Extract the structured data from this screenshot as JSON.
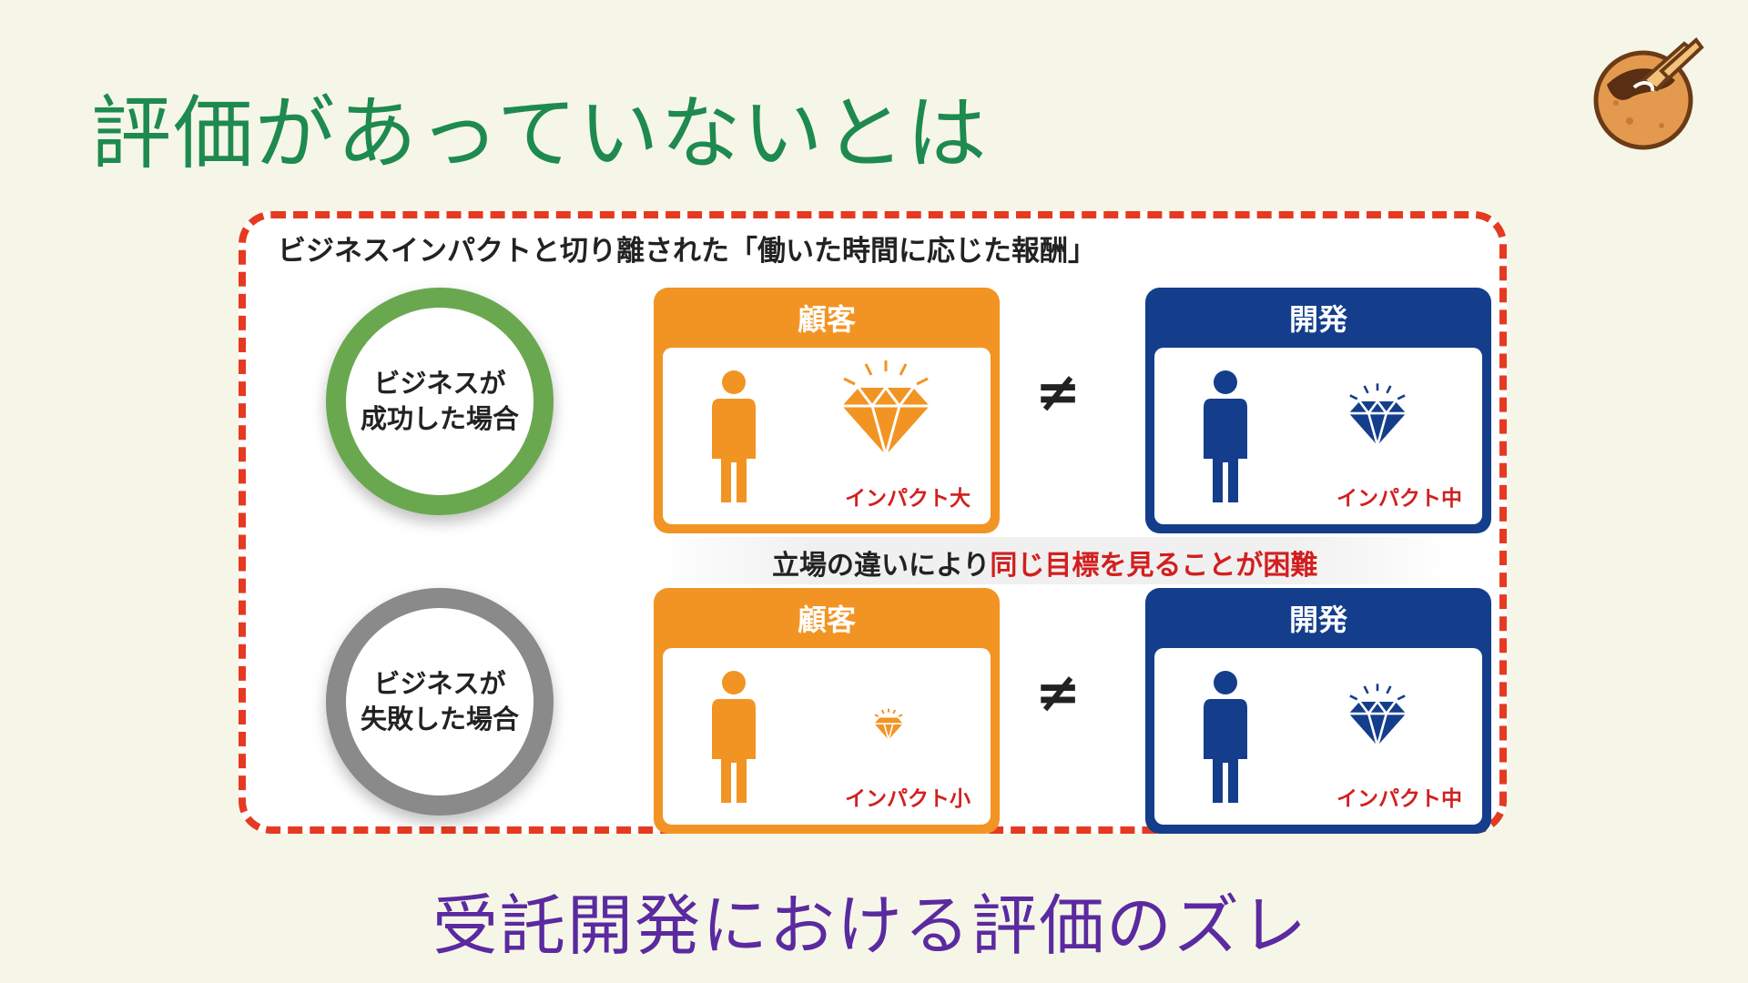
{
  "slide": {
    "title": "評価があっていないとは",
    "caption": "受託開発における評価のズレ"
  },
  "diagram": {
    "heading": "ビジネスインパクトと切り離された「働いた時間に応じた報酬」",
    "middle_text_plain": "立場の違いにより",
    "middle_text_highlight": "同じ目標を見ることが困難",
    "not_equal": "≠",
    "rows": [
      {
        "case_label": "ビジネスが\n成功した場合",
        "customer": {
          "label": "顧客",
          "impact": "インパクト大"
        },
        "developer": {
          "label": "開発",
          "impact": "インパクト中"
        }
      },
      {
        "case_label": "ビジネスが\n失敗した場合",
        "customer": {
          "label": "顧客",
          "impact": "インパクト小"
        },
        "developer": {
          "label": "開発",
          "impact": "インパクト中"
        }
      }
    ]
  },
  "colors": {
    "title": "#1e8a4f",
    "caption": "#5b2aa0",
    "frame_border": "#e53a21",
    "customer": "#f29423",
    "developer": "#143e8b",
    "success_ring": "#6aa84f",
    "fail_ring": "#8a8a8a",
    "highlight": "#d21f1f"
  },
  "icons": [
    "person-icon",
    "diamond-icon",
    "mascot-icon"
  ]
}
